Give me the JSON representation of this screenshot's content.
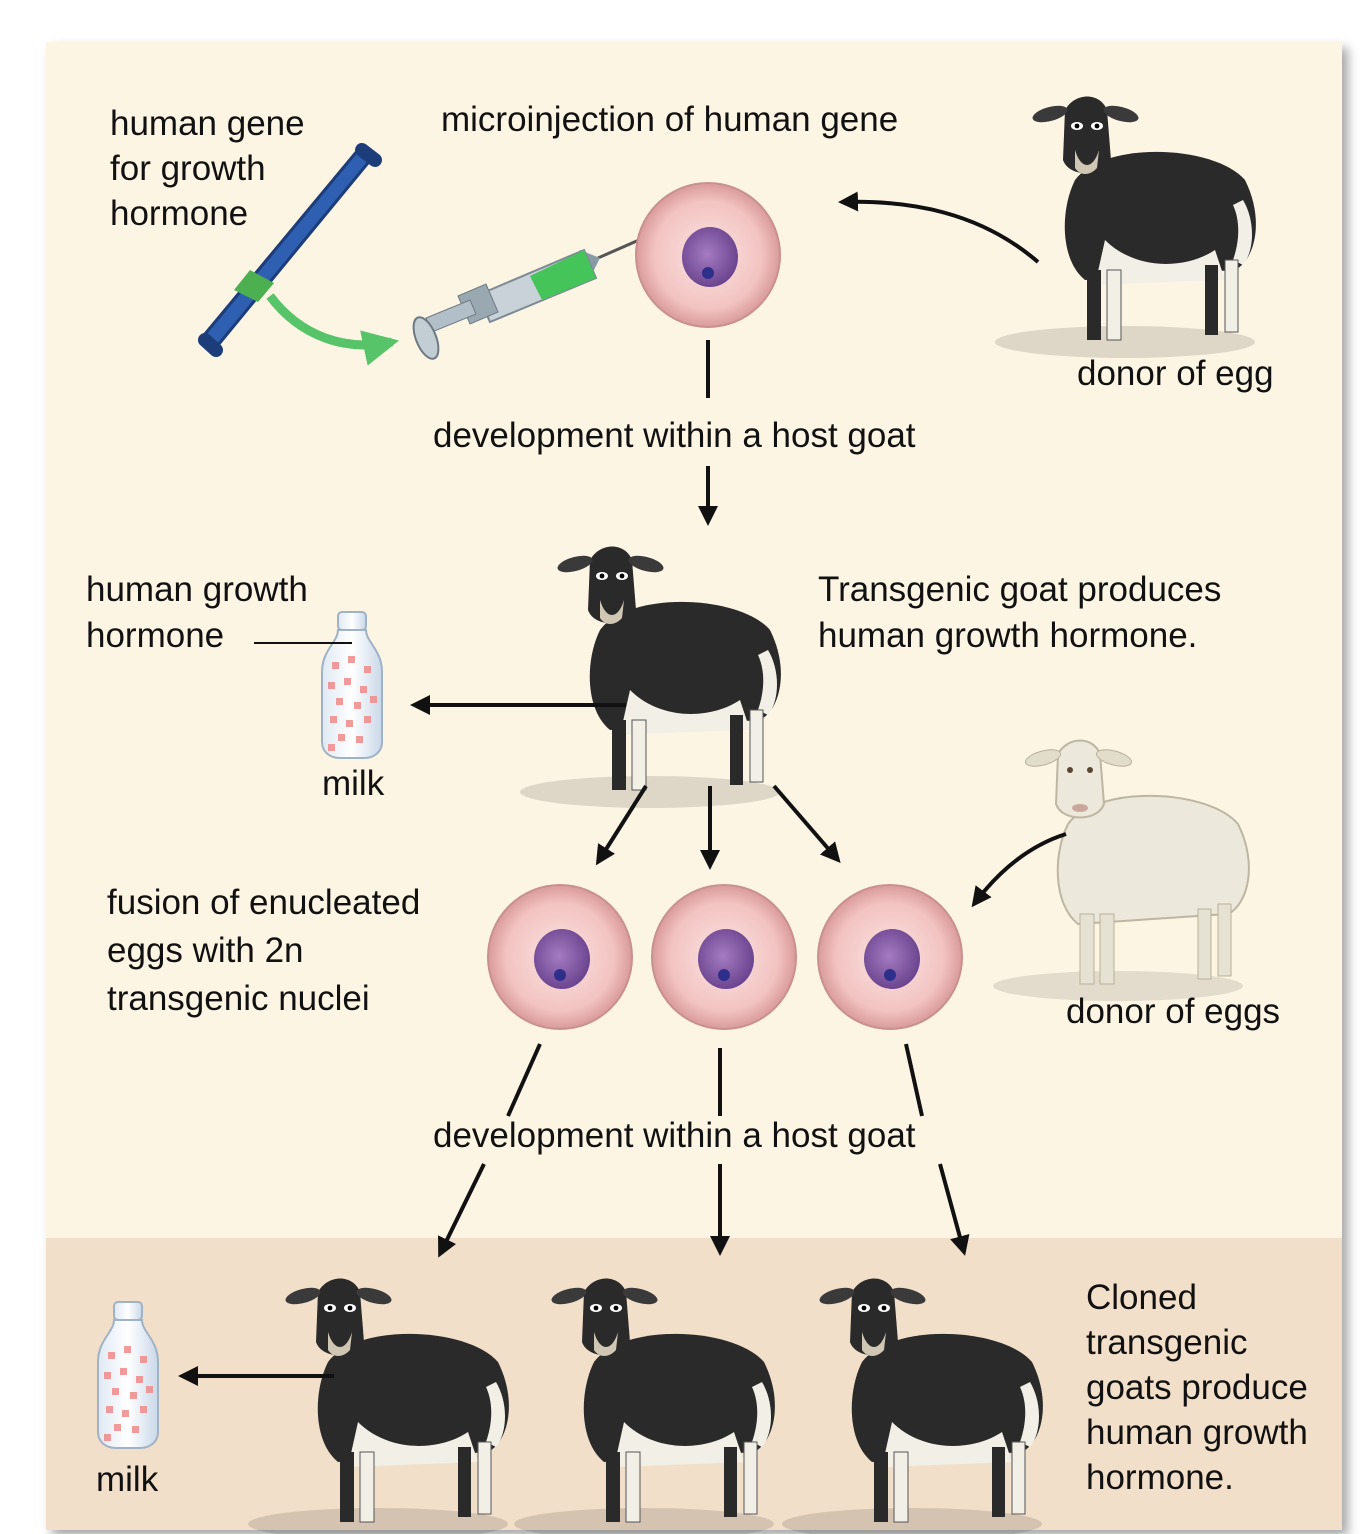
{
  "labels": {
    "gene_line1": "human gene",
    "gene_line2": "for growth",
    "gene_line3": "hormone",
    "microinjection": "microinjection of human gene",
    "donor_egg": "donor of egg",
    "development_1": "development within a host goat",
    "hgh_line1": "human growth",
    "hgh_line2": "hormone",
    "milk_1": "milk",
    "transgenic_line1": "Transgenic goat produces",
    "transgenic_line2": "human growth hormone.",
    "fusion_line1": "fusion of enucleated",
    "fusion_line2": "eggs with 2n",
    "fusion_line3": "transgenic nuclei",
    "donor_eggs": "donor of eggs",
    "development_2": "development within a host goat",
    "milk_2": "milk",
    "cloned_line1": "Cloned",
    "cloned_line2": "transgenic",
    "cloned_line3": "goats produce",
    "cloned_line4": "human growth",
    "cloned_line5": "hormone."
  },
  "colors": {
    "panel_background": "#fdf5e4",
    "bottom_band": "#f2dfca",
    "chromosome": "#2f5fb0",
    "gene_segment": "#4caf50",
    "egg_cytoplasm": "#f3c7c4",
    "nucleus": "#8a5aa8",
    "goat_dark": "#2a2a2a",
    "goat_white": "#f2f0e6",
    "milk_dots": "#f08a8a"
  }
}
